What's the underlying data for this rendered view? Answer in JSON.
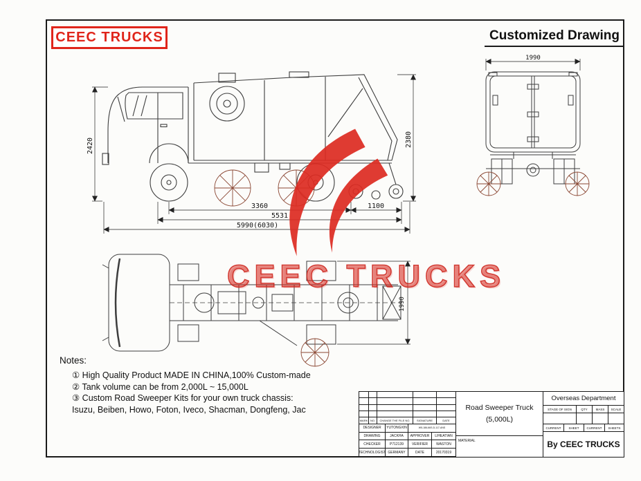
{
  "header": {
    "brand": "CEEC TRUCKS",
    "title": "Customized Drawing"
  },
  "colors": {
    "brand_red": "#e0251b"
  },
  "watermark": {
    "text": "CEEC TRUCKS"
  },
  "drawings": {
    "side_view": {
      "dim_height_front": "2420",
      "dim_height_rear": "2380",
      "dim_wheelbase": "3360",
      "dim_rear_overhang": "1100",
      "dim_body_length": "5531",
      "dim_total_length": "5990(6030)"
    },
    "rear_view": {
      "dim_width": "1990"
    },
    "top_view": {
      "dim_width": "1990"
    }
  },
  "notes": {
    "heading": "Notes:",
    "items": [
      "① High Quality Product MADE IN CHINA,100% Custom-made",
      "② Tank volume can be from 2,000L ~ 15,000L",
      "③ Custom Road Sweeper Kits for your own truck chassis:",
      "Isuzu, Beiben, Howo, Foton, Iveco, Shacman, Dongfeng, Jac"
    ]
  },
  "title_block": {
    "product_name": "Road Sweeper Truck",
    "product_capacity": "(5,000L)",
    "department": "Overseas Department",
    "by_line": "By CEEC TRUCKS",
    "material_label": "MATERIAL",
    "header_cells": [
      "MARK",
      "NO.",
      "CHANGE THE FILE NO.",
      "SIGNATURE",
      "DATE"
    ],
    "stage_cells": [
      "STAGE OF SIGN",
      "QTY",
      "MASS",
      "SCALE"
    ],
    "current_cells": [
      "CURRENT",
      "SHEET",
      "CURRENT",
      "SHEETS"
    ],
    "sign_rows": [
      [
        "DESIGNER",
        "YUTONGXIN",
        "W5-186-66S-D-117-ANS"
      ],
      [
        "DRAWING",
        "JACKHA",
        "APPROVER",
        "LIHEATIAN"
      ],
      [
        "CHECKER",
        "P712139",
        "VERIFIER",
        "WASTON"
      ],
      [
        "TECHNOLOGIST",
        "GERMANY",
        "DATE",
        "20170319"
      ]
    ]
  }
}
